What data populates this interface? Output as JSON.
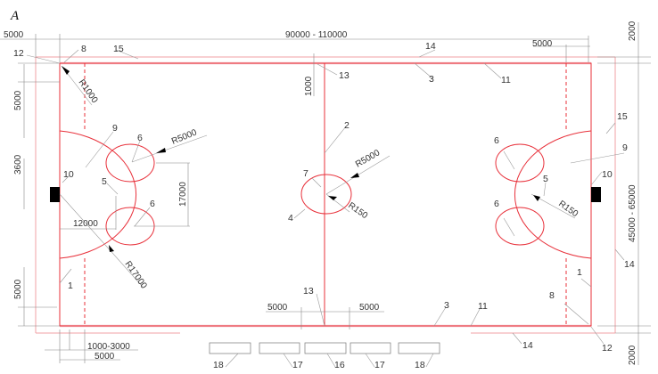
{
  "title": "A",
  "dimensions": {
    "overall_length": "90000 - 110000",
    "left_offset": "5000",
    "right_offset": "5000",
    "top_margin": "2000",
    "width": "45000 - 65000",
    "bottom_margin": "2000",
    "corner_top": "5000",
    "goal_width": "3600",
    "corner_bottom": "5000",
    "centre_offset": "1000",
    "spot_spacing": "17000",
    "spot_distance": "12000",
    "goal_line_gap": "1000-3000",
    "free_stroke_line": "5000",
    "centre_left": "5000",
    "centre_right": "5000"
  },
  "radii": {
    "corner": "R1000",
    "spot_circle_left": "R5000",
    "centre_circle": "R5000",
    "centre_spot": "R150",
    "right_spot": "R150",
    "penalty_area": "R17000"
  },
  "callouts": [
    "1",
    "2",
    "3",
    "4",
    "5",
    "6",
    "7",
    "8",
    "9",
    "10",
    "11",
    "12",
    "13",
    "14",
    "15",
    "16",
    "17",
    "18"
  ],
  "colors": {
    "field_line": "#e8303a",
    "boundary": "#f2a0a5",
    "goal": "#000000"
  }
}
